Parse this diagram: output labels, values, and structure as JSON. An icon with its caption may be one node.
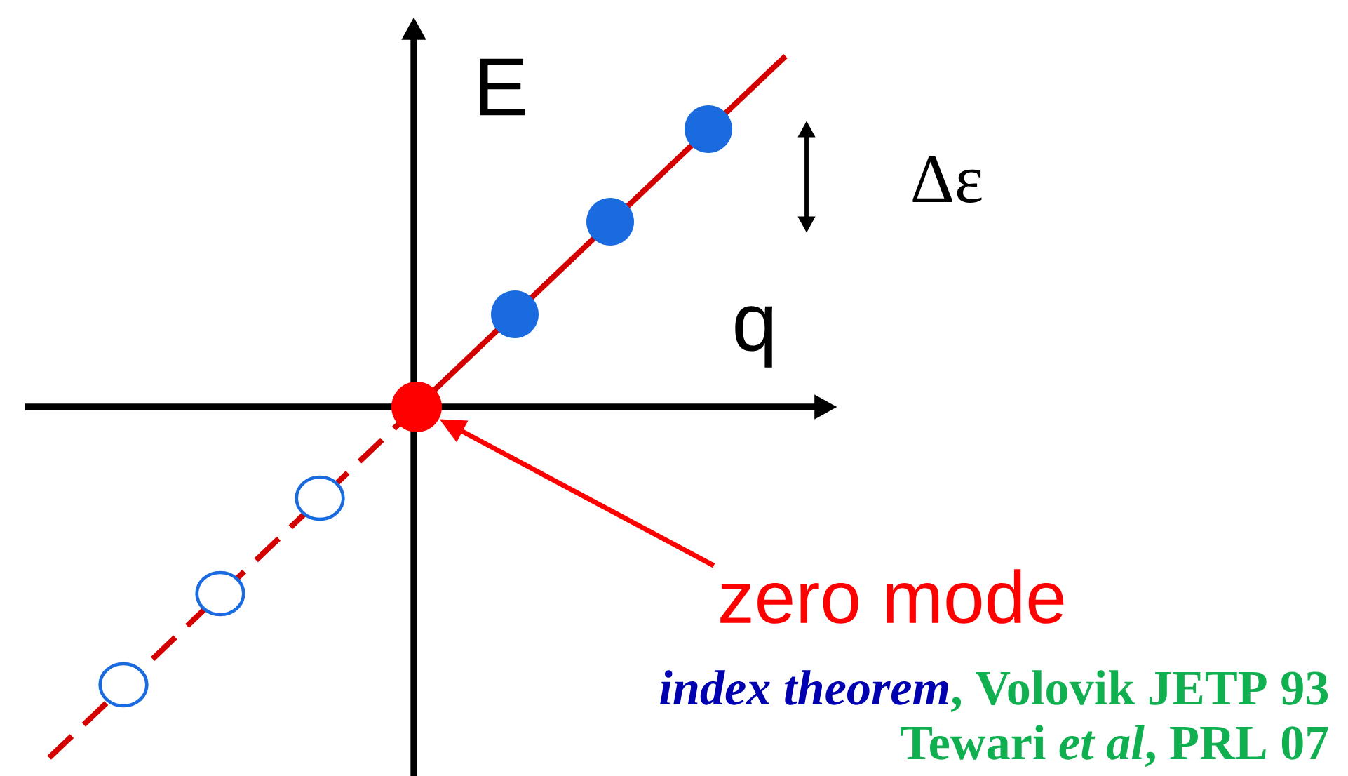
{
  "diagram": {
    "nodes": [
      {
        "text": [],
        "shape": "circle"
      },
      {
        "text": [
          "zero mode"
        ]
      }
    ],
    "edges": [
      {
        "from": 1,
        "to": 0,
        "arrow": "to",
        "color": "#ff0000"
      }
    ],
    "labels": [
      "E",
      "q",
      "Δε",
      "index theorem",
      ", Volovik JETP 93",
      "Tewari *et al*, PRL 07"
    ]
  }
}
